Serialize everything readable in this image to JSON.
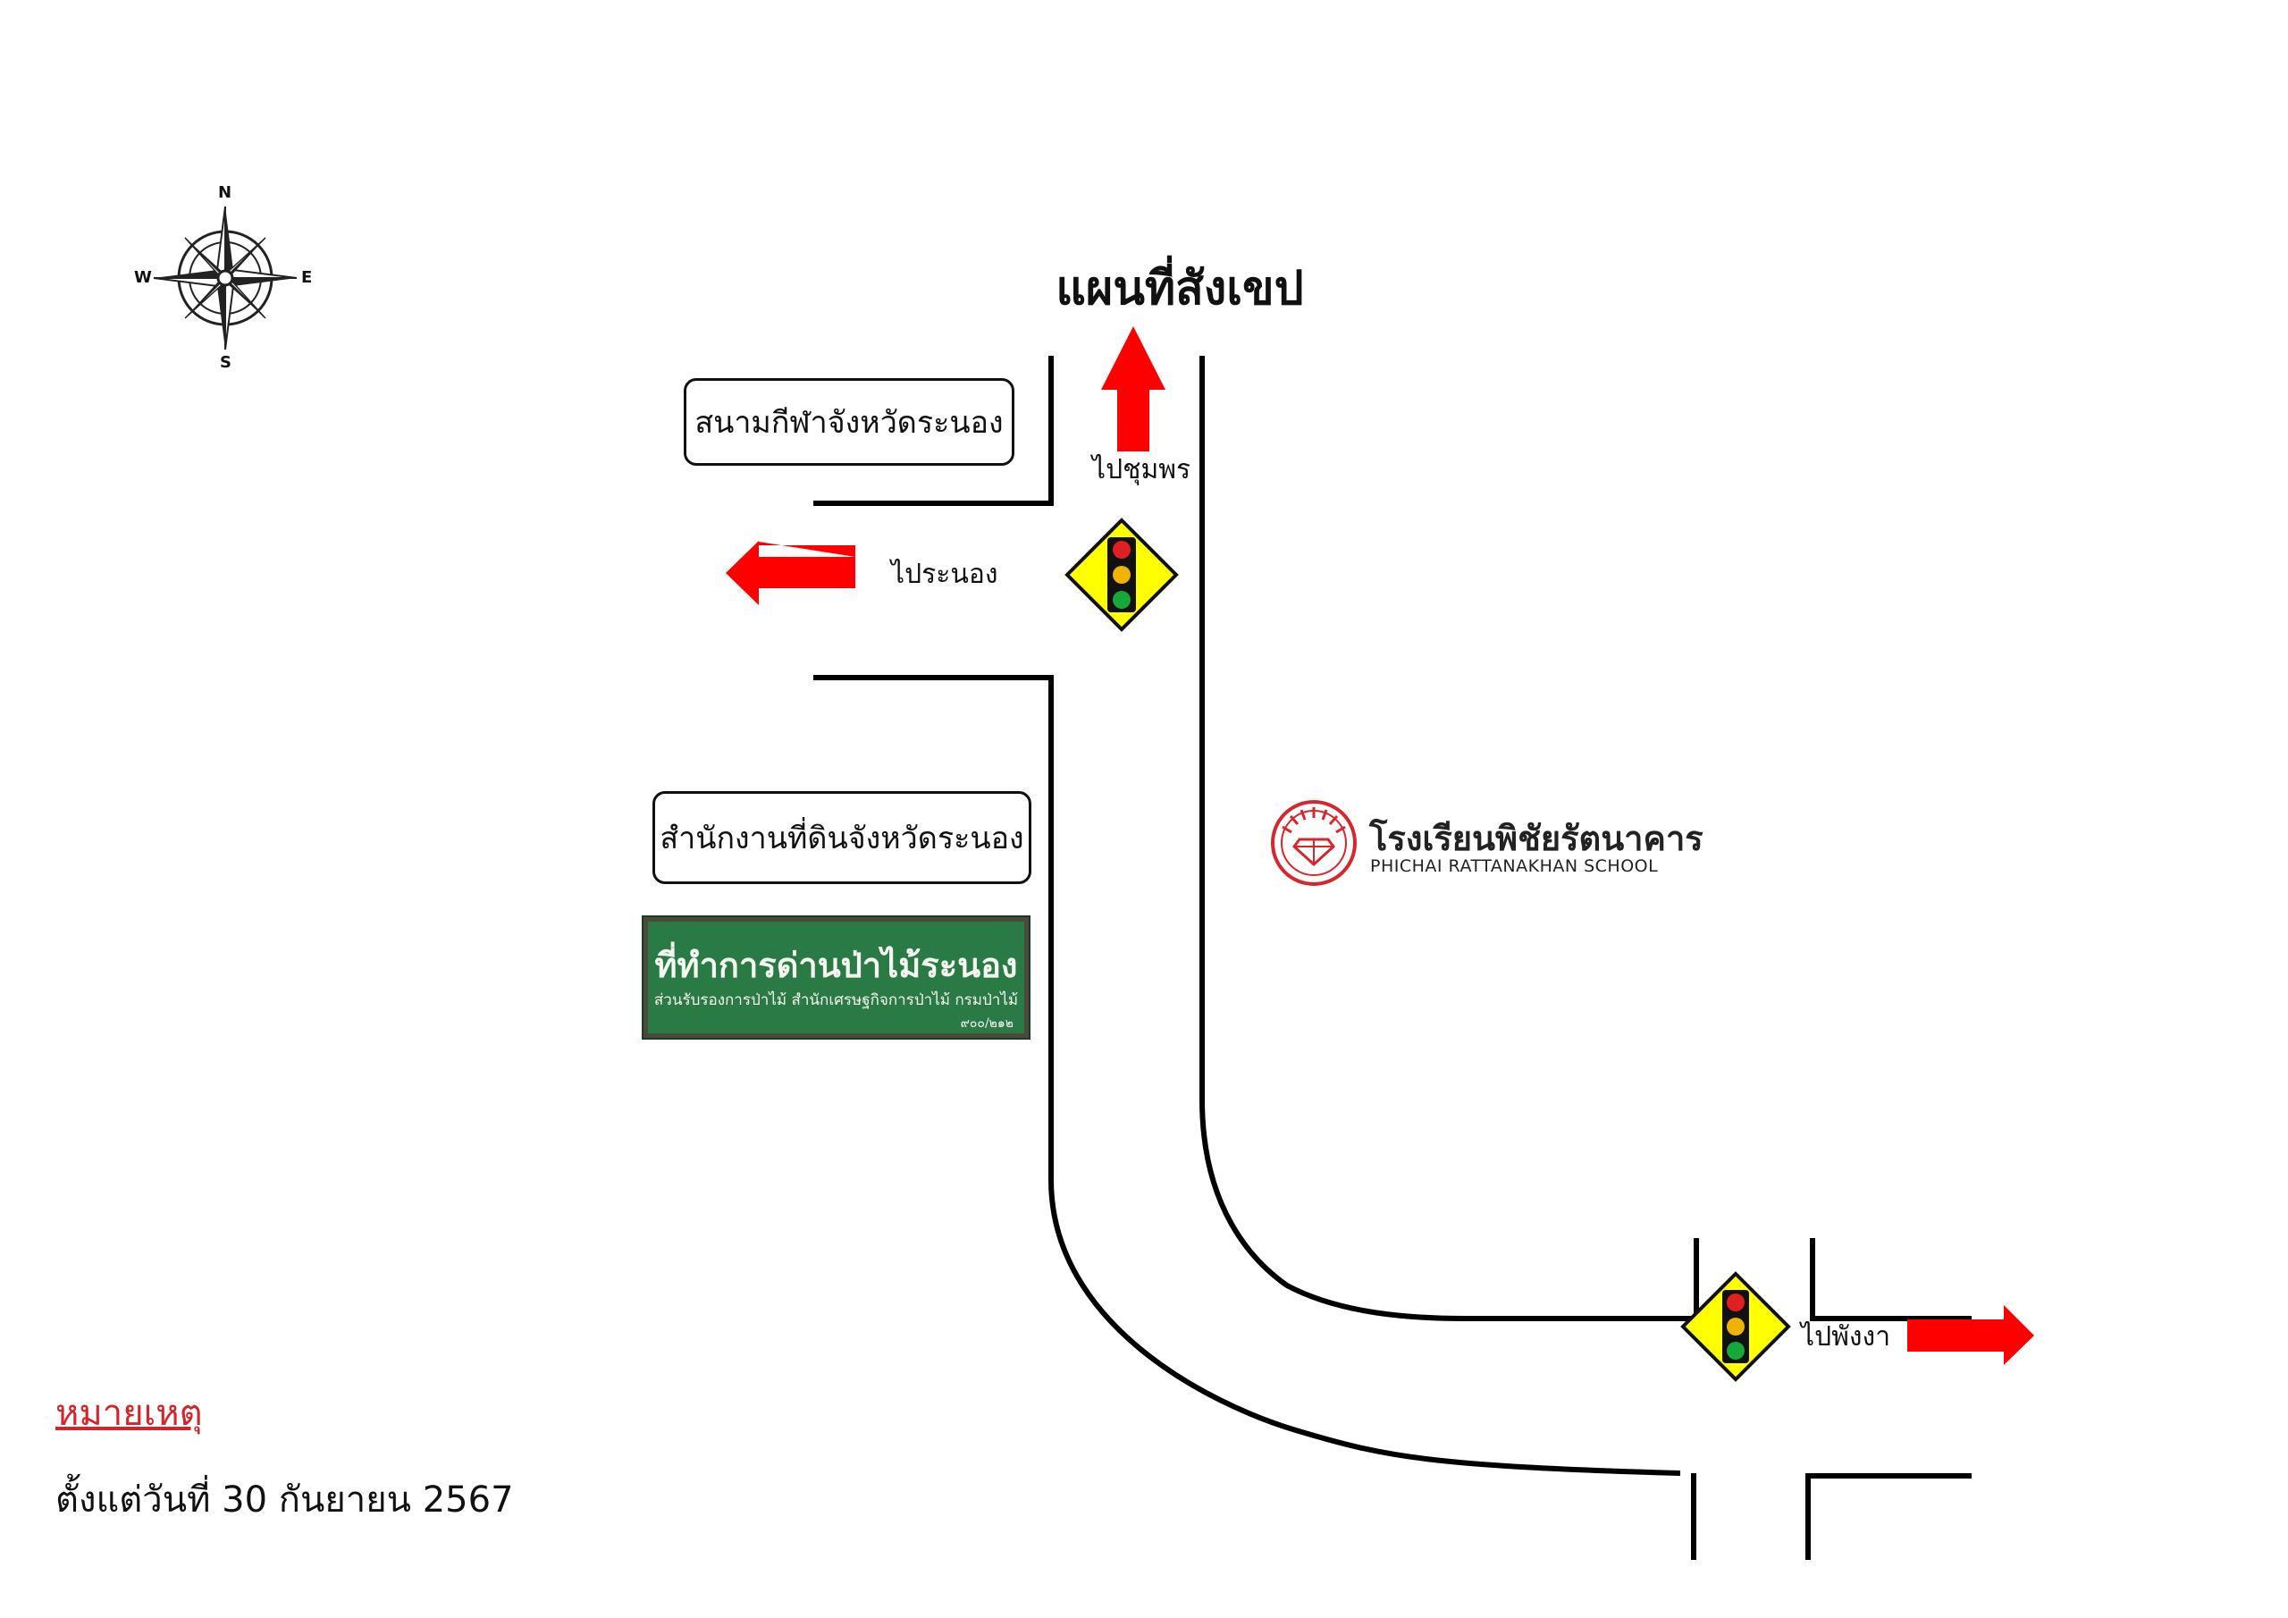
{
  "title": "แผนที่สังเขป",
  "compass": {
    "icon": "compass-rose-icon",
    "north": "N",
    "south": "S",
    "east": "E",
    "west": "W"
  },
  "landmarks": {
    "stadium": "สนามกีฬาจังหวัดระนอง",
    "land_office": "สำนักงานที่ดินจังหวัดระนอง",
    "forest_sign": {
      "line1": "ที่ทำการด่านป่าไม้ระนอง",
      "line2": "ส่วนรับรองการป่าไม้ สำนักเศรษฐกิจการป่าไม้ กรมป่าไม้",
      "line3": "๙๐๐/๒๑๒"
    },
    "school": {
      "name_th": "โรงเรียนพิชัยรัตนาคาร",
      "name_en": "PHICHAI RATTANAKHAN SCHOOL"
    }
  },
  "directions": {
    "north": "ไปชุมพร",
    "west": "ไประนอง",
    "east": "ไปพังงา"
  },
  "note": {
    "heading": "หมายเหตุ",
    "text": "ตั้งแต่วันที่ 30 กันยายน 2567"
  },
  "colors": {
    "arrow": "#ff0000",
    "road": "#000000",
    "sign_background": "#ffff00",
    "forest_sign": "#2a7a45",
    "note_heading": "#d3262b",
    "school_logo": "#d7262e"
  }
}
